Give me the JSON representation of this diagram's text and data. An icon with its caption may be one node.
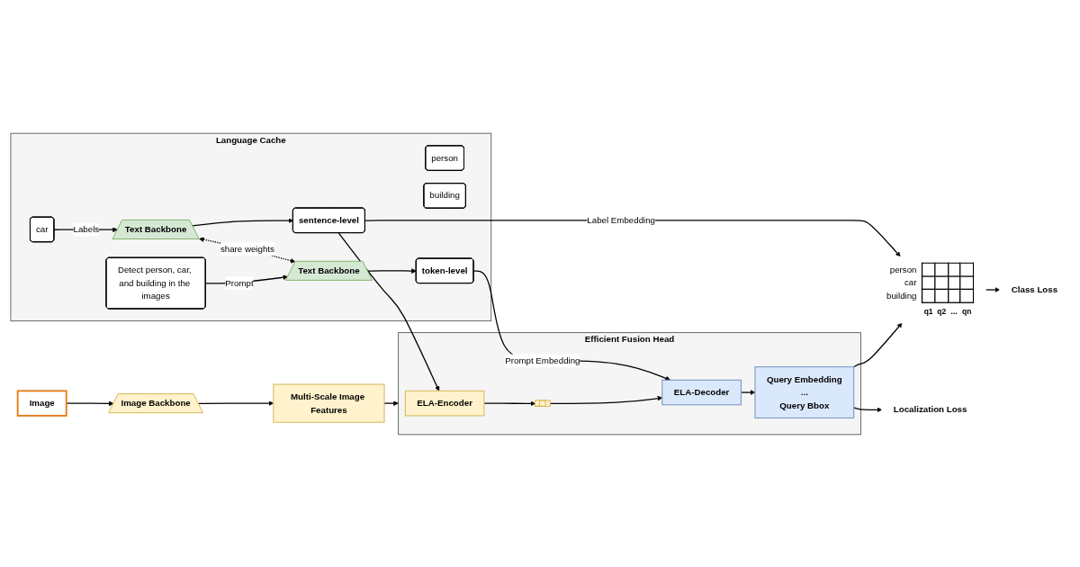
{
  "diagram": {
    "nodes": [
      {
        "text": [
          "Language Cache"
        ]
      },
      {
        "text": [
          "person"
        ],
        "in": 0
      },
      {
        "text": [
          "car"
        ],
        "in": 0
      },
      {
        "text": [
          "building"
        ],
        "in": 0
      },
      {
        "text": [
          "Text Backbone"
        ],
        "in": 0
      },
      {
        "text": [
          "sentence-level"
        ],
        "in": 0
      },
      {
        "text": [
          "Detect person, car, and building in the images"
        ],
        "in": 0
      },
      {
        "text": [
          "Text Backbone"
        ],
        "in": 0
      },
      {
        "text": [
          "token-level"
        ],
        "in": 0
      },
      {
        "text": [
          "person",
          "car",
          "building",
          "q1",
          "q2",
          "...",
          "qn"
        ]
      },
      {
        "text": [
          "Class Loss"
        ]
      },
      {
        "text": [
          "Image"
        ]
      },
      {
        "text": [
          "Image Backbone"
        ]
      },
      {
        "text": [
          "Multi-Scale Image Features"
        ]
      },
      {
        "text": [
          "Efficient Fusion Head"
        ]
      },
      {
        "text": [
          "ELA-Encoder"
        ],
        "in": 14
      },
      {
        "text": [],
        "shape": "bar",
        "in": 14
      },
      {
        "text": [
          "ELA-Decoder"
        ],
        "in": 14
      },
      {
        "text": [
          "Query Embedding",
          "...",
          "Query Bbox"
        ],
        "in": 14
      },
      {
        "text": [
          "Localization Loss"
        ]
      }
    ],
    "edges": [
      {
        "from": 2,
        "to": 4,
        "arrow": "to",
        "label": "Labels"
      },
      {
        "from": 4,
        "to": 5,
        "arrow": "to"
      },
      {
        "from": 4,
        "to": 7,
        "arrow": "both",
        "style": "dashed",
        "label": "share weights"
      },
      {
        "from": 6,
        "to": 7,
        "arrow": "to",
        "label": "Prompt"
      },
      {
        "from": 7,
        "to": 8,
        "arrow": "to"
      },
      {
        "from": 5,
        "to": 9,
        "arrow": "to",
        "label": "Label Embedding"
      },
      {
        "from": 5,
        "to": 15,
        "arrow": "to"
      },
      {
        "from": 8,
        "to": 17,
        "arrow": "to",
        "label": "Prompt Embedding"
      },
      {
        "from": 9,
        "to": 10,
        "arrow": "to"
      },
      {
        "from": 11,
        "to": 12,
        "arrow": "to"
      },
      {
        "from": 12,
        "to": 13,
        "arrow": "to"
      },
      {
        "from": 13,
        "to": 14,
        "arrow": "to"
      },
      {
        "from": 15,
        "to": 16,
        "arrow": "to"
      },
      {
        "from": 16,
        "to": 17,
        "arrow": "to"
      },
      {
        "from": 17,
        "to": 18,
        "arrow": "to"
      },
      {
        "from": 18,
        "to": 9,
        "arrow": "to"
      },
      {
        "from": 18,
        "to": 19,
        "arrow": "to"
      }
    ]
  }
}
